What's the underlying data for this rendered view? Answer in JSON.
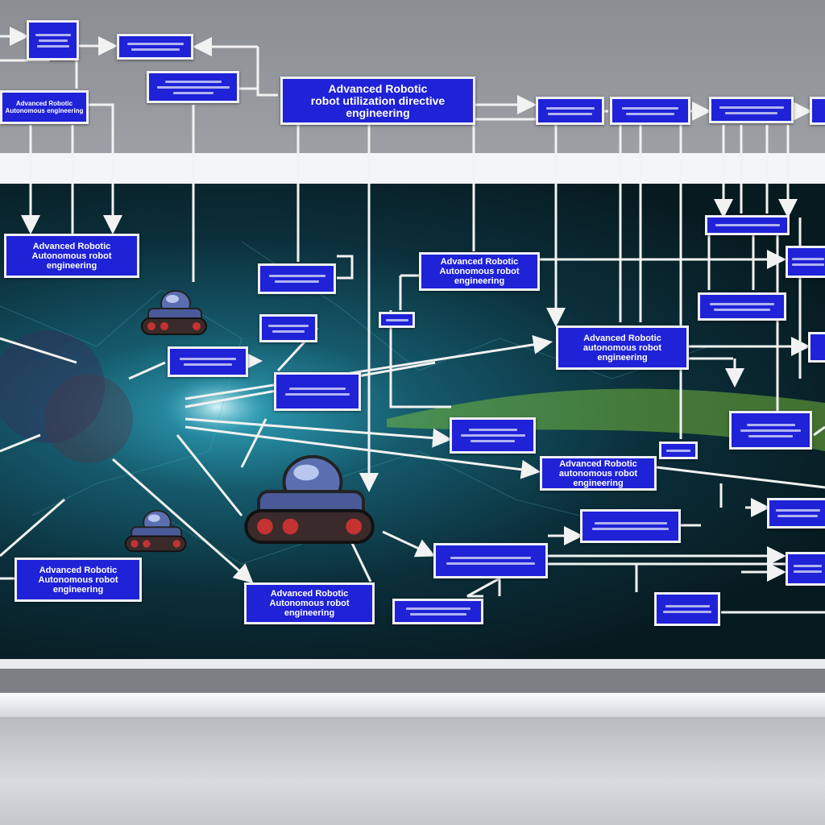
{
  "diagram": {
    "main_node": {
      "line1": "Advanced Robotic",
      "line2": "robot utilization directive",
      "line3": "engineering"
    },
    "nodes": [
      {
        "id": "top-left",
        "line1": "Advanced Robotic",
        "line2": "Autonomous engineering"
      },
      {
        "id": "left-upper",
        "line1": "Advanced Robotic",
        "line2": "Autonomous robot",
        "line3": "engineering"
      },
      {
        "id": "center-upper",
        "line1": "Advanced Robotic",
        "line2": "Autonomous robot",
        "line3": "engineering"
      },
      {
        "id": "right-middle",
        "line1": "Advanced Robotic",
        "line2": "autonomous robot",
        "line3": "engineering"
      },
      {
        "id": "center-lower",
        "line1": "Advanced Robotic",
        "line2": "autonomous robot",
        "line3": "engineering"
      },
      {
        "id": "left-lower",
        "line1": "Advanced Robotic",
        "line2": "Autonomous robot",
        "line3": "engineering"
      },
      {
        "id": "bottom-center",
        "line1": "Advanced Robotic",
        "line2": "Autonomous robot",
        "line3": "engineering"
      }
    ]
  },
  "colors": {
    "node_fill": "#1f22d6",
    "node_border": "#eef0f4",
    "panel": "#071a20",
    "wire": "#f2f2f2"
  }
}
